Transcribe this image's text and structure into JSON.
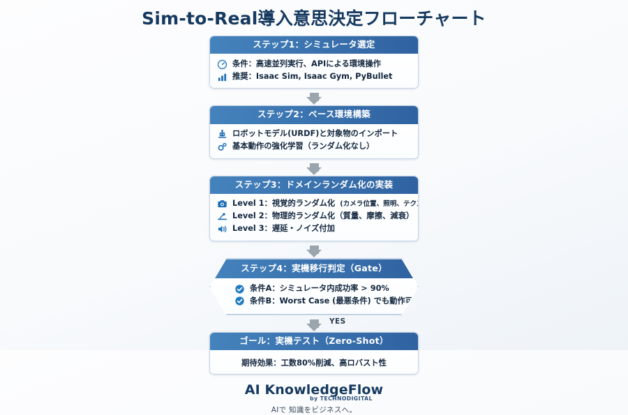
{
  "title": "Sim-to-Real導入意思決定フローチャート",
  "colors": {
    "header_gradient_start": "#4583bd",
    "header_gradient_end": "#2f62a0",
    "title_color": "#15395f",
    "arrow_color": "#9aa5ad",
    "accent_icon": "#1f6fb5",
    "background": "#fcfdfe"
  },
  "steps": [
    {
      "id": "step1",
      "shape": "box",
      "header": "ステップ1：シミュレータ選定",
      "rows": [
        {
          "icon": "speedometer-icon",
          "text": "条件：高速並列実行、APIによる環境操作"
        },
        {
          "icon": "bar-chart-icon",
          "text": "推奨：Isaac Sim, Isaac Gym, PyBullet"
        }
      ]
    },
    {
      "id": "step2",
      "shape": "box",
      "header": "ステップ2：ベース環境構築",
      "rows": [
        {
          "icon": "robot-icon",
          "text": "ロボットモデル(URDF)と対象物のインポート"
        },
        {
          "icon": "gears-icon",
          "text": "基本動作の強化学習（ランダム化なし）"
        }
      ]
    },
    {
      "id": "step3",
      "shape": "box",
      "header": "ステップ3：ドメインランダム化の実装",
      "rows": [
        {
          "icon": "camera-icon",
          "text": "Level 1：視覚的ランダム化",
          "note": "(カメラ位置、照明、テクスチャ)"
        },
        {
          "icon": "physics-icon",
          "text": "Level 2：物理的ランダム化（質量、摩擦、減衰）"
        },
        {
          "icon": "speaker-icon",
          "text": "Level 3：遅延・ノイズ付加"
        }
      ]
    },
    {
      "id": "step4",
      "shape": "hexagon",
      "header": "ステップ4：実機移行判定（Gate）",
      "rows": [
        {
          "icon": "check-circle-icon",
          "text": "条件A：シミュレータ内成功率 > 90%"
        },
        {
          "icon": "check-circle-icon",
          "text": "条件B：Worst Case (最悪条件) でも動作可能"
        }
      ]
    },
    {
      "id": "goal",
      "shape": "box",
      "header": "ゴール：実機テスト（Zero-Shot）",
      "rows": [
        {
          "icon": "none",
          "text": "期待効果：工数80%削減、高ロバスト性"
        }
      ]
    }
  ],
  "connectors": [
    {
      "label": ""
    },
    {
      "label": ""
    },
    {
      "label": ""
    },
    {
      "label": "YES"
    }
  ],
  "footer": {
    "brand": "AI KnowledgeFlow",
    "brand_sub": "by TECHNODIGITAL",
    "tagline": "AIで 知識をビジネスへ。"
  }
}
